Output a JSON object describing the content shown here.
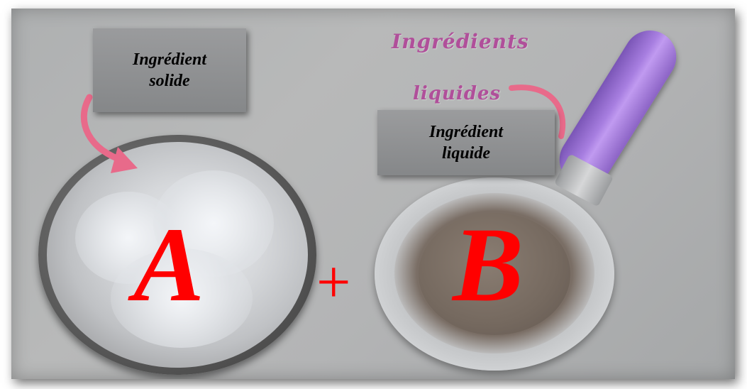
{
  "labels": {
    "solid_line1": "Ingrédient",
    "solid_line2": "solide",
    "liquid_line1": "Ingrédient",
    "liquid_line2": "liquide"
  },
  "photo_text": {
    "cursive_line1": "Ingrédients",
    "cursive_line2": "liquides"
  },
  "letters": {
    "a": "A",
    "plus": "+",
    "b": "B"
  },
  "colors": {
    "letter_red": "#ff0000",
    "handle_purple": "#a77ee0",
    "cursive_pink": "#b04f9a",
    "arrow_pink": "#e86a8a"
  }
}
